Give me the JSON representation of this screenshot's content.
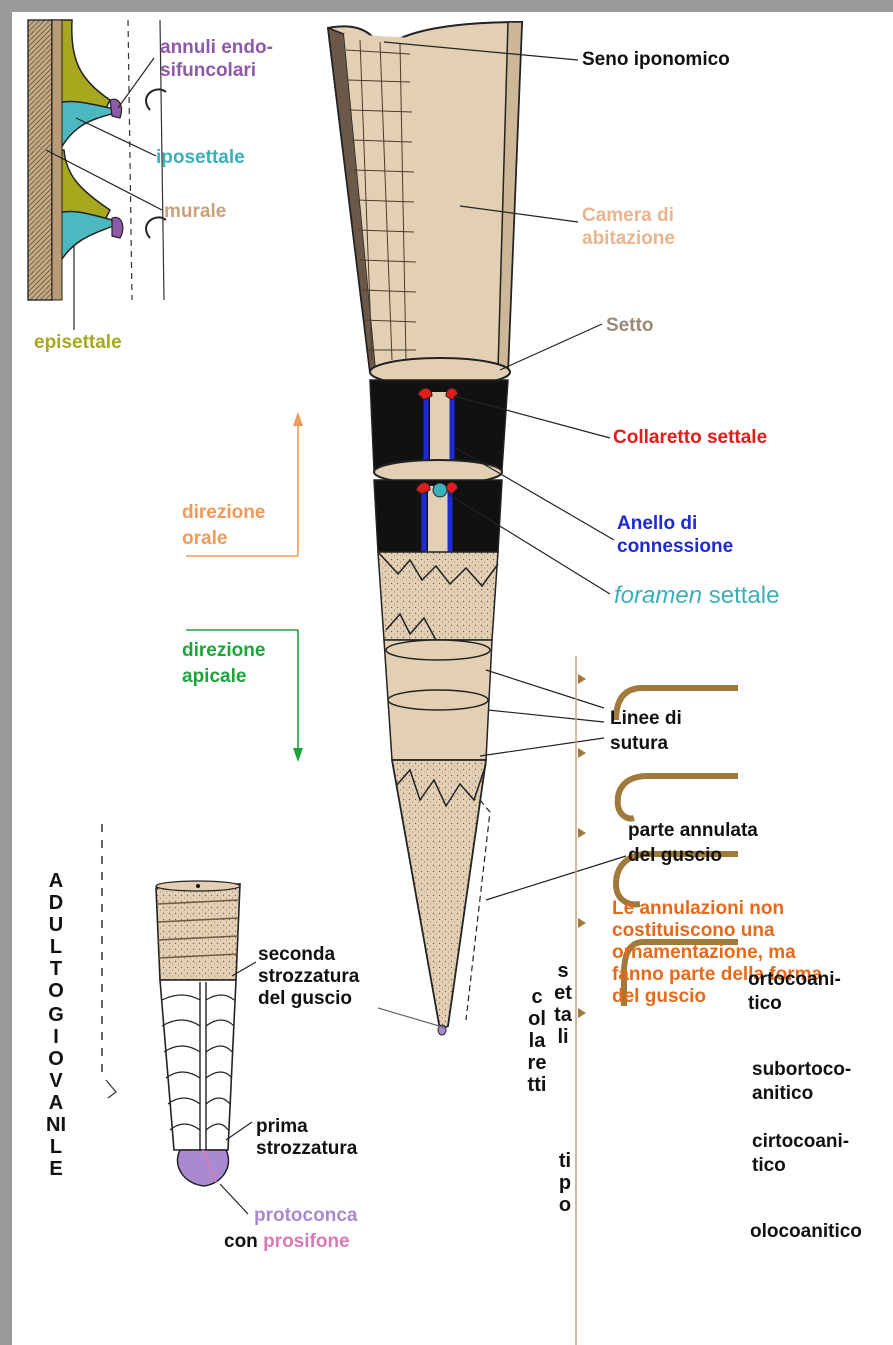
{
  "labels": {
    "annuli": "annuli endo-\nsifuncolari",
    "iposettale": "iposettale",
    "murale": "murale",
    "episettale": "episettale",
    "seno": "Seno iponomico",
    "camera": "Camera di\nabitazione",
    "setto": "Setto",
    "collaretto": "Collaretto settale",
    "anello": "Anello di\nconnessione",
    "foramen_italic": "foramen",
    "foramen_rest": " settale",
    "dir_orale": "direzione\norale",
    "dir_apicale": "direzione\napicale",
    "linee": "Linee di\nsutura",
    "parte": "parte annulata\ndel guscio",
    "annulazioni": "Le annulazioni non\ncostituiscono una\nornamentazione, ma\nfanno parte della forma\ndel guscio",
    "adulto": "ADULTO",
    "giovanile": "GIOVANILE",
    "seconda": "seconda\nstrozzatura\ndel guscio",
    "prima": "prima\nstrozzatura",
    "protoconca": "protoconca",
    "con": "con ",
    "prosifone": "prosifone",
    "collaretti_col": "collaretti",
    "settali_col": "settali",
    "tipo_col": "tipo",
    "ortocoanitico": "ortocoani-\ntico",
    "subortocoanitico": "subortoco-\nanitico",
    "cirtocoanitico": "cirtocoani-\ntico",
    "olocoanitico": "olocoanitico"
  },
  "colors": {
    "frame": "#9a9a9a",
    "shell": "#e3d0b4",
    "shell_dark": "#cdb796",
    "collar_red": "#e21b1b",
    "ring_blue": "#1e2ad8",
    "foramen_teal": "#3cb0b8",
    "olive": "#a8a81e",
    "teal": "#4cb8c0",
    "murale_tan": "#b89a74",
    "purple": "#8e5aa8",
    "orange_arrow": "#f09a5a",
    "green_arrow": "#1da43a",
    "collar_brown": "#a07a3a"
  }
}
